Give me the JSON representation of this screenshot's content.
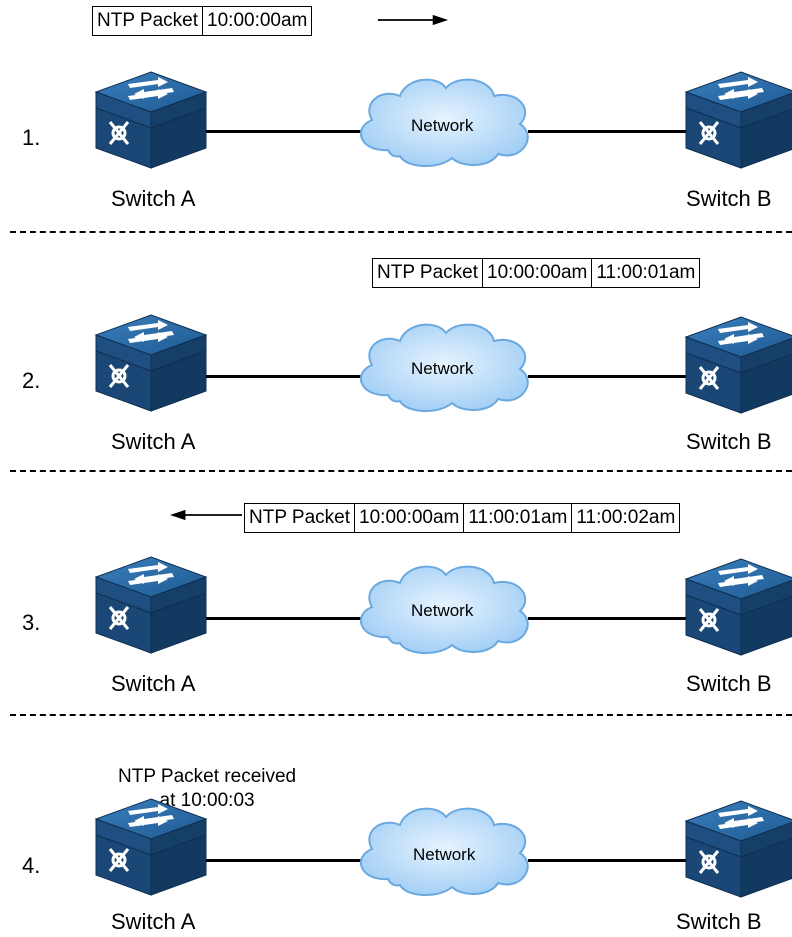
{
  "steps": [
    {
      "number": "1.",
      "switch_a": "Switch A",
      "switch_b": "Switch B",
      "network": "Network",
      "packet": [
        "NTP Packet",
        "10:00:00am"
      ],
      "direction": "right"
    },
    {
      "number": "2.",
      "switch_a": "Switch A",
      "switch_b": "Switch B",
      "network": "Network",
      "packet": [
        "NTP Packet",
        "10:00:00am",
        "11:00:01am"
      ],
      "direction": "none"
    },
    {
      "number": "3.",
      "switch_a": "Switch A",
      "switch_b": "Switch B",
      "network": "Network",
      "packet": [
        "NTP Packet",
        "10:00:00am",
        "11:00:01am",
        "11:00:02am"
      ],
      "direction": "left"
    },
    {
      "number": "4.",
      "switch_a": "Switch A",
      "switch_b": "Switch B",
      "network": "Network",
      "received_line1": "NTP Packet received",
      "received_line2": "at 10:00:03"
    }
  ],
  "colors": {
    "switch_top": "#2d6aa0",
    "switch_side": "#1b4a78",
    "switch_dark": "#0f2f52",
    "cloud_fill": "#bfe0fb",
    "cloud_stroke": "#6aa9e0"
  }
}
